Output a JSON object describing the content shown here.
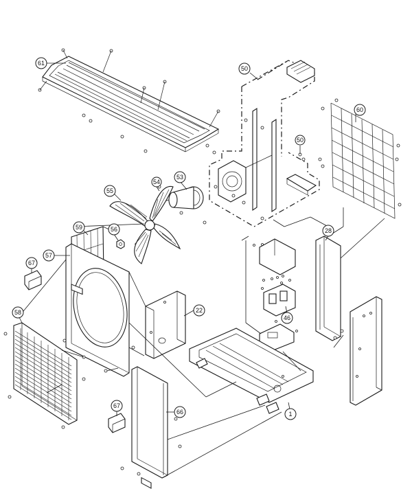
{
  "callouts": [
    {
      "id": "61",
      "label": "61"
    },
    {
      "id": "50",
      "label": "50"
    },
    {
      "id": "60",
      "label": "60"
    },
    {
      "id": "50a",
      "label": "50"
    },
    {
      "id": "53",
      "label": "53"
    },
    {
      "id": "54",
      "label": "54"
    },
    {
      "id": "55",
      "label": "55"
    },
    {
      "id": "56",
      "label": "56"
    },
    {
      "id": "59",
      "label": "59"
    },
    {
      "id": "57",
      "label": "57"
    },
    {
      "id": "67a",
      "label": "67"
    },
    {
      "id": "28",
      "label": "28"
    },
    {
      "id": "22",
      "label": "22"
    },
    {
      "id": "58",
      "label": "58"
    },
    {
      "id": "46",
      "label": "46"
    },
    {
      "id": "67b",
      "label": "67"
    },
    {
      "id": "66",
      "label": "66"
    },
    {
      "id": "1",
      "label": "1"
    }
  ],
  "colors": {
    "line": "#1a1a1a",
    "background": "#ffffff"
  }
}
